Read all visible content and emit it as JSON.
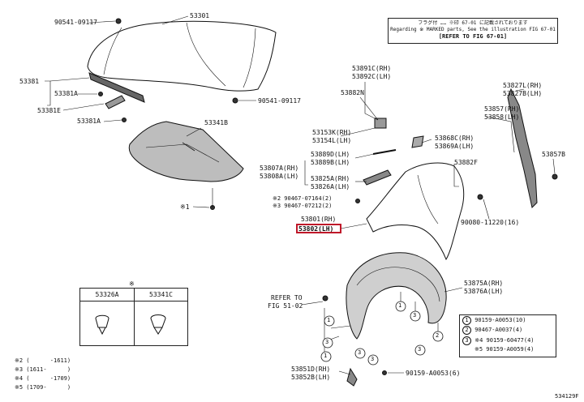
{
  "labels": {
    "p90541_top": "90541-09117",
    "p53301": "53301",
    "p53381": "53381",
    "p53381A_1": "53381A",
    "p90541_mid": "90541-09117",
    "p53381E": "53381E",
    "p53381A_2": "53381A",
    "p53341B": "53341B",
    "star1_left": "※1",
    "p53891C": "53891C(RH)",
    "p53892C": "53892C(LH)",
    "p53882N": "53882N",
    "p53153K": "53153K(RH)",
    "p53154L": "53154L(LH)",
    "p53868C": "53868C(RH)",
    "p53869A": "53869A(LH)",
    "p53889D": "53889D(LH)",
    "p53889B": "53889B(LH)",
    "p53807A": "53807A(RH)",
    "p53808A": "53808A(LH)",
    "p53825A": "53825A(RH)",
    "p53826A": "53826A(LH)",
    "p53882F": "53882F",
    "p90467_1": "※2 90467-07164(2)",
    "p90467_2": "※3 90467-07212(2)",
    "p53801": "53801(RH)",
    "p53802": "53802(LH)",
    "p90080": "90080-11220(16)",
    "p53827L": "53827L(RH)",
    "p53827B": "53827B(LH)",
    "p53857": "53857(RH)",
    "p53858": "53858(LH)",
    "p53857B": "53857B",
    "p53875A": "53875A(RH)",
    "p53876A": "53876A(LH)",
    "refer1": "REFER TO",
    "refer2": "FIG 51-02",
    "p53851D": "53851D(RH)",
    "p53852B": "53852B(LH)",
    "p90159_bottom": "90159-A0053(6)",
    "star_mark": "※",
    "footnotes": [
      "※2 (      -1611)",
      "※3 (1611-      )",
      "※4 (      -1709)",
      "※5 (1709-      )"
    ],
    "page_ref": "534129F"
  },
  "note": {
    "line1": "フラグ付 …… ※印 67-01 に記載されております",
    "line2": "Regarding ※ MARKED parts, See the illustration FIG 67-01",
    "line3": "[REFER TO FIG 67-01]"
  },
  "clip_table": {
    "col1": "53326A",
    "col2": "53341C"
  },
  "key_table": {
    "rows": [
      {
        "num": "1",
        "part": "90159-A0053(10)"
      },
      {
        "num": "2",
        "part": "90467-A0037(4)"
      },
      {
        "num": "3",
        "part": "※4 90159-60477(4)"
      },
      {
        "num": "",
        "part": "※5 90159-A0059(4)"
      }
    ]
  },
  "callouts": [
    "1",
    "3",
    "1",
    "1",
    "3",
    "2",
    "3",
    "3",
    "3"
  ],
  "colors": {
    "line": "#111111",
    "highlight": "#c0182a",
    "fill_gray": "#6f6f6f",
    "fill_light": "#d8d8d8"
  }
}
